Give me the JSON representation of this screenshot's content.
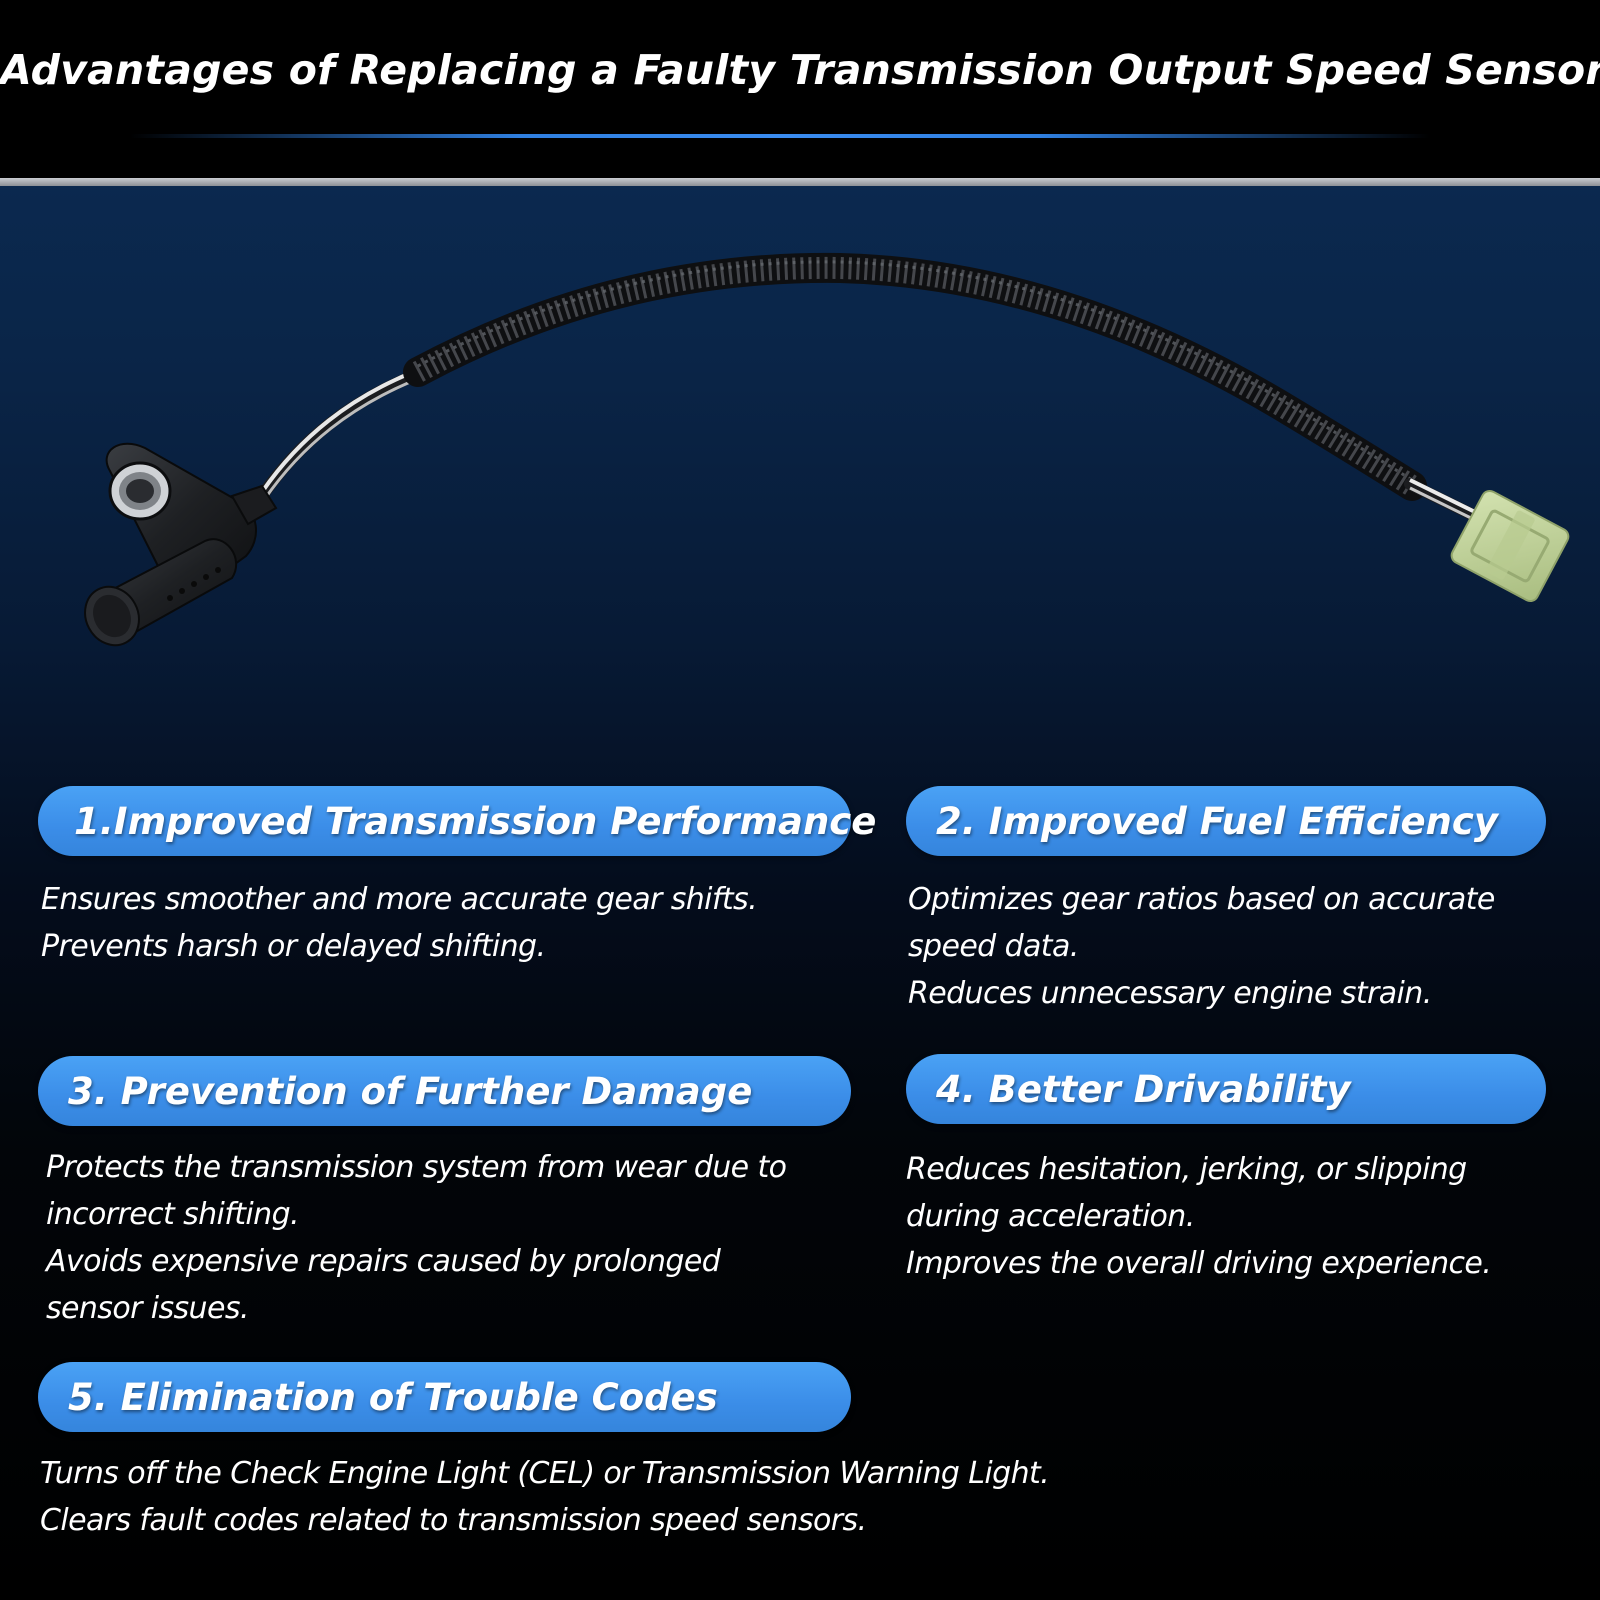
{
  "title": "Advantages of Replacing a Faulty Transmission Output Speed Sensor",
  "sections": [
    {
      "heading": "1.Improved Transmission Performance",
      "lines": [
        "Ensures smoother and more accurate gear shifts.",
        "Prevents harsh or delayed shifting."
      ]
    },
    {
      "heading": "2. Improved Fuel Efficiency",
      "lines": [
        "Optimizes gear ratios based on accurate",
        "speed data.",
        "Reduces unnecessary engine strain."
      ]
    },
    {
      "heading": "3. Prevention of Further Damage",
      "lines": [
        "Protects the transmission system from wear due to",
        "incorrect shifting.",
        "Avoids expensive repairs caused by prolonged",
        "sensor issues."
      ]
    },
    {
      "heading": "4. Better Drivability",
      "lines": [
        "Reduces hesitation, jerking, or slipping",
        "during acceleration.",
        "Improves the overall driving experience."
      ]
    },
    {
      "heading": "5. Elimination of Trouble Codes",
      "lines": [
        "Turns off the Check Engine Light (CEL) or Transmission Warning Light.",
        "Clears fault codes related to transmission speed sensors."
      ]
    }
  ],
  "colors": {
    "accent": "#3b8de8",
    "title_rule": "#2f7fe0",
    "connector": "#c5d6a0",
    "background_top": "#0c2d57",
    "background_bottom": "#000000"
  }
}
